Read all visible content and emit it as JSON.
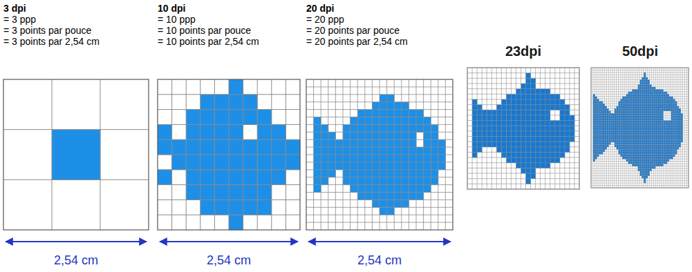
{
  "diagram": {
    "labels": [
      "3 dpi",
      "= 3 ppp",
      "= 3 points par pouce",
      "= 3 points par 2,54 cm",
      "10 dpi",
      "= 10 ppp",
      "= 10 points par pouce",
      "= 10 points par 2,54 cm",
      "20 dpi",
      "= 20 ppp",
      "= 20 points par pouce",
      "= 20 points par 2,54 cm",
      "23dpi",
      "50dpi",
      "2,54 cm",
      "2,54 cm",
      "2,54 cm"
    ]
  }
}
